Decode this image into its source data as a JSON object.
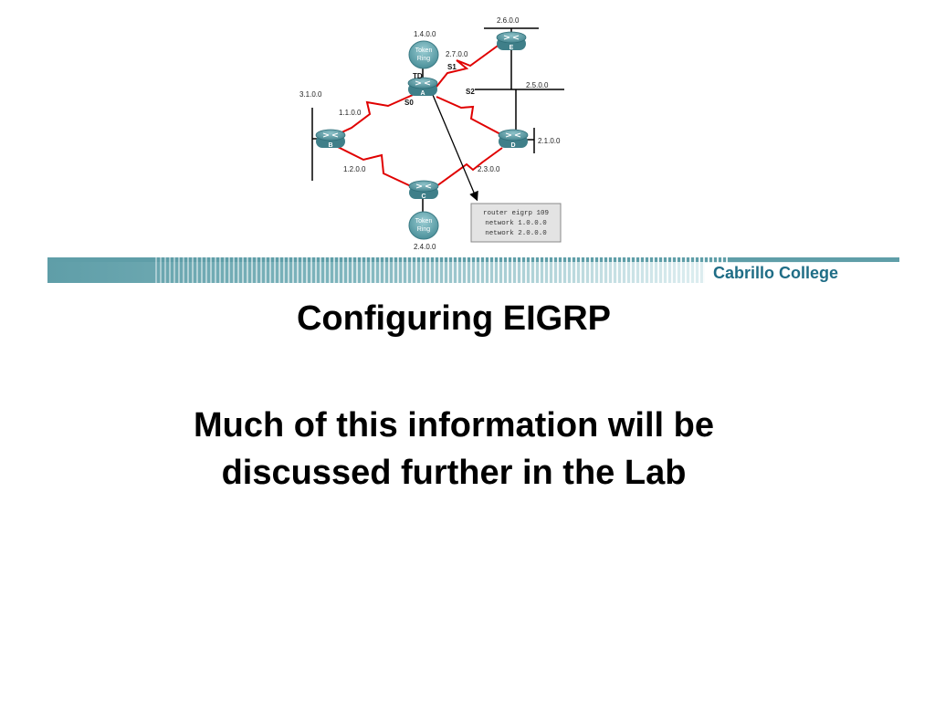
{
  "diagram": {
    "routers": [
      {
        "id": "A",
        "label": "A"
      },
      {
        "id": "B",
        "label": "B"
      },
      {
        "id": "C",
        "label": "C"
      },
      {
        "id": "D",
        "label": "D"
      },
      {
        "id": "E",
        "label": "E"
      }
    ],
    "token_rings": [
      {
        "id": "tr1",
        "line1": "Token",
        "line2": "Ring"
      },
      {
        "id": "tr2",
        "line1": "Token",
        "line2": "Ring"
      }
    ],
    "networks": [
      "1.4.0.0",
      "2.6.0.0",
      "2.7.0.0",
      "2.5.0.0",
      "3.1.0.0",
      "1.1.0.0",
      "2.1.0.0",
      "1.2.0.0",
      "2.3.0.0",
      "2.4.0.0"
    ],
    "interfaces": [
      "TD",
      "S0",
      "S1",
      "S2"
    ],
    "config_lines": [
      "router eigrp 109",
      "network 1.0.0.0",
      "network 2.0.0.0"
    ],
    "colors": {
      "serial_link": "#e00000",
      "router_body": "#4f8f99",
      "token_ring": "#5f9ea8"
    }
  },
  "banner": {
    "college": "Cabrillo College",
    "color": "#1f6d86"
  },
  "slide": {
    "title": "Configuring EIGRP",
    "subtitle_line1": "Much of this information will be",
    "subtitle_line2": "discussed further in the Lab"
  }
}
